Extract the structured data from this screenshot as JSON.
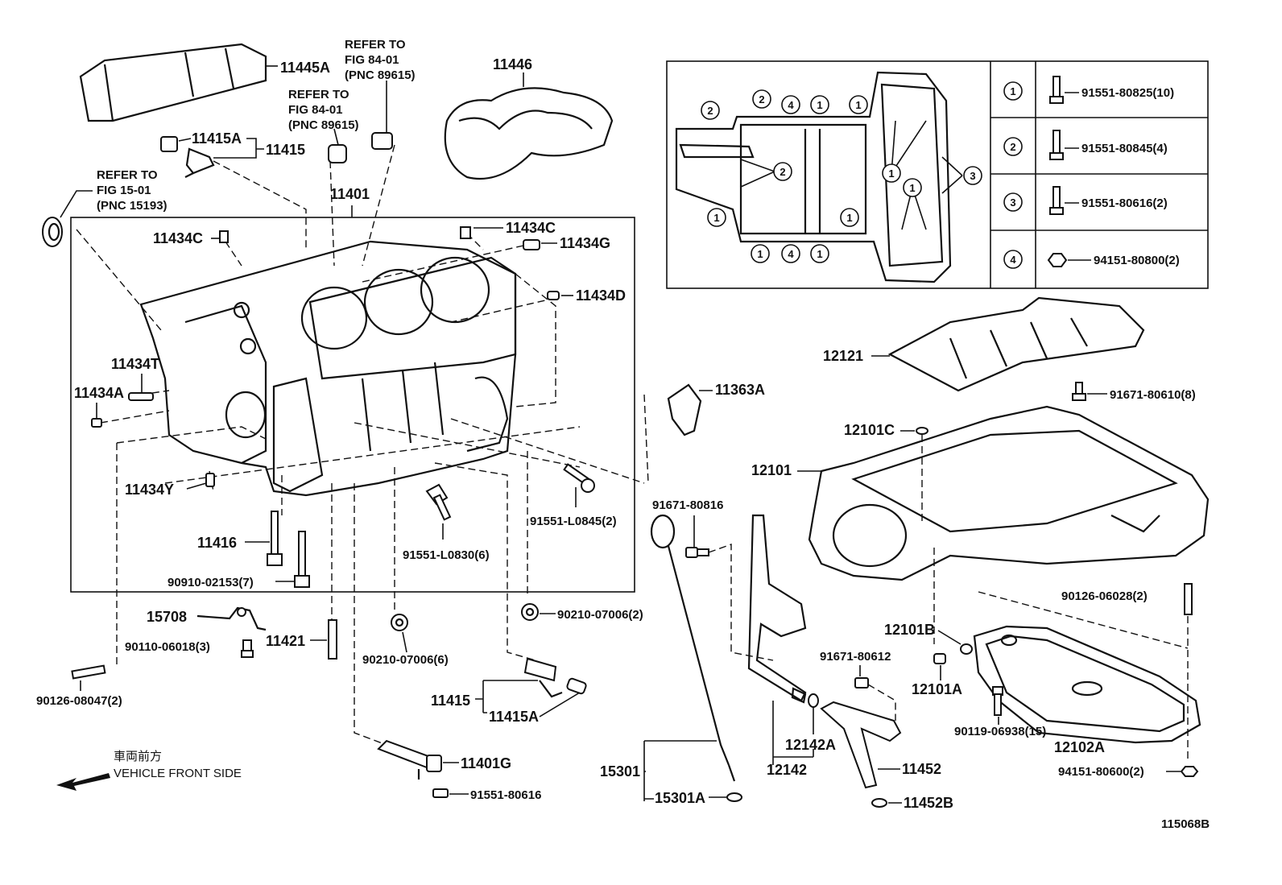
{
  "labels": {
    "p11445A": "11445A",
    "refer1_l1": "REFER TO",
    "refer1_l2": "FIG 84-01",
    "refer1_l3": "(PNC 89615)",
    "refer2_l1": "REFER TO",
    "refer2_l2": "FIG 84-01",
    "refer2_l3": "(PNC 89615)",
    "refer3_l1": "REFER TO",
    "refer3_l2": "FIG 15-01",
    "refer3_l3": "(PNC 15193)",
    "p11446": "11446",
    "p11415A_top": "11415A",
    "p11415_top": "11415",
    "p11401": "11401",
    "p11434C_left": "11434C",
    "p11434C_right": "11434C",
    "p11434G": "11434G",
    "p11434D": "11434D",
    "p11434T": "11434T",
    "p11434A": "11434A",
    "p11434Y": "11434Y",
    "p11416": "11416",
    "p90910": "90910-02153(7)",
    "p91551_L0830": "91551-L0830(6)",
    "p91551_L0845": "91551-L0845(2)",
    "p15708": "15708",
    "p90110": "90110-06018(3)",
    "p11421": "11421",
    "p90210_left": "90210-07006(6)",
    "p90210_right": "90210-07006(2)",
    "p90126_08047": "90126-08047(2)",
    "p11415_bottom": "11415",
    "p11415A_bottom": "11415A",
    "p11401G": "11401G",
    "p91551_80616": "91551-80616",
    "p11363A": "11363A",
    "p91671_80816": "91671-80816",
    "p12121": "12121",
    "p91671_80610": "91671-80610(8)",
    "p12101C": "12101C",
    "p12101": "12101",
    "p90126_06028": "90126-06028(2)",
    "p12101B": "12101B",
    "p91671_80612": "91671-80612",
    "p12101A": "12101A",
    "p90119": "90119-06938(15)",
    "p12102A": "12102A",
    "p94151_80600": "94151-80600(2)",
    "p15301": "15301",
    "p15301A": "15301A",
    "p12142A": "12142A",
    "p12142": "12142",
    "p11452": "11452",
    "p11452B": "11452B",
    "front_jp": "車両前方",
    "front_en": "VEHICLE FRONT SIDE",
    "diagram_id": "115068B"
  },
  "inset_callouts": {
    "c1": "1",
    "c2": "2",
    "c3": "3",
    "c4": "4"
  },
  "legend": [
    {
      "num": "1",
      "part": "91551-80825(10)"
    },
    {
      "num": "2",
      "part": "91551-80845(4)"
    },
    {
      "num": "3",
      "part": "91551-80616(2)"
    },
    {
      "num": "4",
      "part": "94151-80800(2)"
    }
  ]
}
